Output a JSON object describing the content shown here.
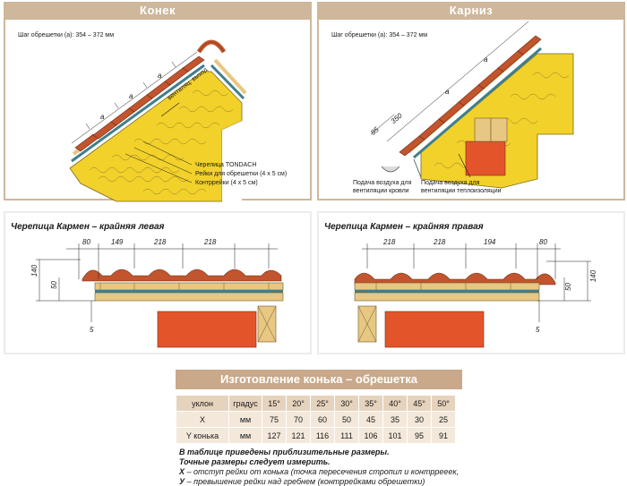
{
  "panels": {
    "ridge": {
      "title": "Конек",
      "step_note": "Шаг обрешетки (a): 354 – 372 мм",
      "vent_label": "вентиляц. выход",
      "legend": [
        "Черепица TONDACH",
        "Рейки для обрешетки (4 х 5 см)",
        "Контррейки (4 х 5 см)"
      ],
      "dim_a": "a"
    },
    "eaves": {
      "title": "Карниз",
      "step_note": "Шаг обрешетки (a): 354 – 372 мм",
      "dim_a": "a",
      "dim_350": "350",
      "dim_85": "85",
      "air_roof": [
        "Подача воздуха для",
        "вентиляции кровли"
      ],
      "air_insul": [
        "Подача воздуха для",
        "вентиляции теплоизоляции"
      ]
    },
    "left": {
      "title": "Черепица Кармен – крайняя левая",
      "dims_top": [
        "80",
        "149",
        "218",
        "218"
      ],
      "dim_140": "140",
      "dim_50": "50",
      "dim_5": "5"
    },
    "right": {
      "title": "Черепица Кармен – крайняя правая",
      "dims_top": [
        "218",
        "218",
        "194",
        "80"
      ],
      "dim_140": "140",
      "dim_50": "50",
      "dim_5": "5"
    }
  },
  "table": {
    "title": "Изготовление конька – обрешетка",
    "header": [
      "уклон",
      "градус",
      "15°",
      "20°",
      "25°",
      "30°",
      "35°",
      "40°",
      "45°",
      "50°"
    ],
    "rows": [
      [
        "X",
        "мм",
        "75",
        "70",
        "60",
        "50",
        "45",
        "35",
        "30",
        "25"
      ],
      [
        "Y конька",
        "мм",
        "127",
        "121",
        "116",
        "111",
        "106",
        "101",
        "95",
        "91"
      ]
    ]
  },
  "footnotes": {
    "line1": "В таблице приведены приблизительные размеры.",
    "line2": "Точные размеры следует измерить.",
    "x_key": "X",
    "x_text": " – отступ рейки от конька (точка пересечения стропил и контррееек,",
    "y_key": "У",
    "y_text": " – превышение рейки над гребнем (контррейками обрешетки)"
  },
  "colors": {
    "title_bar": "#cfb79b",
    "insulation": "#f2d12b",
    "tile": "#c2552e",
    "wood": "#e8c783",
    "membrane": "#3f7f8c",
    "brick": "#e4542b"
  }
}
